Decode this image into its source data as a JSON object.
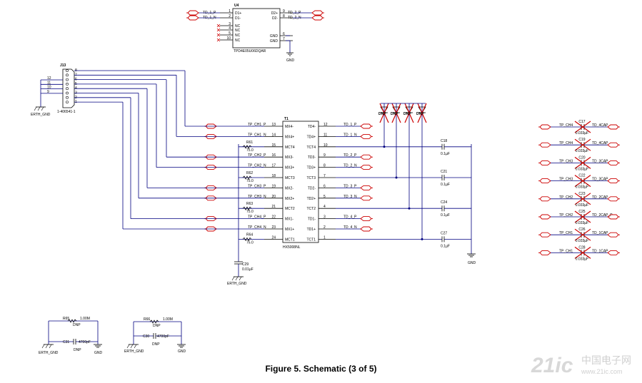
{
  "caption": "Figure 5. Schematic (3 of 5)",
  "colors": {
    "wire": "#000080",
    "part": "#000000",
    "flag": "#cc0000",
    "cap_text": "#999999"
  },
  "u4": {
    "ref": "U4",
    "part": "TPD4E05U06DQAR",
    "left_pins": [
      {
        "num": "1",
        "name": "D1+",
        "net": "TD_1_P"
      },
      {
        "num": "2",
        "name": "D1-",
        "net": "TD_1_N"
      },
      {
        "num": "3",
        "name": "NC"
      },
      {
        "num": "4",
        "name": "NC"
      },
      {
        "num": "5",
        "name": "NC"
      },
      {
        "num": "10",
        "name": "NC"
      }
    ],
    "right_pins": [
      {
        "num": "9",
        "name": "D2+",
        "net": "TD_2_P"
      },
      {
        "num": "8",
        "name": "D2-",
        "net": "TD_2_N"
      },
      {
        "num": "6",
        "name": "GND"
      },
      {
        "num": "7",
        "name": "GND"
      }
    ],
    "gnd": "GND"
  },
  "j13": {
    "ref": "J13",
    "part": "1-406541-1",
    "pins": [
      "8",
      "7",
      "6",
      "5",
      "4",
      "3",
      "2",
      "1"
    ],
    "shield_pins": [
      "12",
      "11",
      "10",
      "9"
    ],
    "gnd": "ERTH_GND"
  },
  "t1": {
    "ref": "T1",
    "part": "HX5008NL",
    "left": [
      {
        "net": "TP_CH1_P",
        "num": "13",
        "name": "MX4-"
      },
      {
        "net": "TP_CH1_N",
        "num": "14",
        "name": "MX4+"
      },
      {
        "net": "",
        "num": "15",
        "name": "MCT4"
      },
      {
        "net": "TP_CH2_P",
        "num": "16",
        "name": "MX3-"
      },
      {
        "net": "TP_CH2_N",
        "num": "17",
        "name": "MX3+"
      },
      {
        "net": "",
        "num": "18",
        "name": "MCT3"
      },
      {
        "net": "TP_CH3_P",
        "num": "19",
        "name": "MX2-"
      },
      {
        "net": "TP_CH3_N",
        "num": "20",
        "name": "MX2+"
      },
      {
        "net": "",
        "num": "21",
        "name": "MCT2"
      },
      {
        "net": "TP_CH4_P",
        "num": "22",
        "name": "MX1-"
      },
      {
        "net": "TP_CH4_N",
        "num": "23",
        "name": "MX1+"
      },
      {
        "net": "",
        "num": "24",
        "name": "MCT1"
      }
    ],
    "right": [
      {
        "name": "TD4-",
        "num": "12",
        "net": "TD_1_P"
      },
      {
        "name": "TD4+",
        "num": "11",
        "net": "TD_1_N"
      },
      {
        "name": "TCT4",
        "num": "10",
        "net": ""
      },
      {
        "name": "TD3-",
        "num": "9",
        "net": "TD_2_P"
      },
      {
        "name": "TD3+",
        "num": "8",
        "net": "TD_2_N"
      },
      {
        "name": "TCT3",
        "num": "7",
        "net": ""
      },
      {
        "name": "TD2-",
        "num": "6",
        "net": "TD_3_P"
      },
      {
        "name": "TD2+",
        "num": "5",
        "net": "TD_3_N"
      },
      {
        "name": "TCT2",
        "num": "4",
        "net": ""
      },
      {
        "name": "TD1-",
        "num": "3",
        "net": "TD_4_P"
      },
      {
        "name": "TD1+",
        "num": "2",
        "net": "TD_4_N"
      },
      {
        "name": "TCT1",
        "num": "1",
        "net": ""
      }
    ]
  },
  "resistors": [
    {
      "ref": "R61",
      "value": "75.0"
    },
    {
      "ref": "R62",
      "value": "75.0"
    },
    {
      "ref": "R63",
      "value": "75.0"
    },
    {
      "ref": "R64",
      "value": "75.0"
    }
  ],
  "caps_right": [
    {
      "ref": "C18",
      "value": "0.1µF"
    },
    {
      "ref": "C21",
      "value": "0.1µF"
    },
    {
      "ref": "C24",
      "value": "0.1µF"
    },
    {
      "ref": "C27",
      "value": "0.1µF"
    }
  ],
  "c29": {
    "ref": "C29",
    "value": "0.01µF",
    "gnd": "ERTH_GND"
  },
  "dnp_flags": [
    "DNP",
    "DNP",
    "DNP",
    "DNP"
  ],
  "gnd_label": "GND",
  "dnp_caps": [
    {
      "left": "TP_CH4",
      "right": "TD_4CAP",
      "value": "0.033µF"
    },
    {
      "left": "TP_CH4",
      "right": "TD_4CAP",
      "value": "0.033µF"
    },
    {
      "left": "TP_CH3",
      "right": "TD_3CAP",
      "value": "0.033µF"
    },
    {
      "left": "TP_CH3",
      "right": "TD_3CAP",
      "value": "0.033µF"
    },
    {
      "left": "TP_CH2",
      "right": "TD_2CAP",
      "value": "0.033µF"
    },
    {
      "left": "TP_CH2",
      "right": "TD_2CAP_P",
      "value": "0.033µF"
    },
    {
      "left": "TP_CH1",
      "right": "TD_1CAP",
      "value": "0.033µF"
    },
    {
      "left": "TP_CH1",
      "right": "TD_1CAP",
      "value": "0.033µF"
    }
  ],
  "dnp_cap_refs": [
    "C17",
    "C19",
    "C20",
    "C22",
    "C23",
    "C25",
    "C26",
    "C28"
  ],
  "bottom_left": {
    "r_ref": "R65",
    "r_value": "1.00M",
    "r_dnp": "DNP",
    "c_ref": "C31",
    "c_value": "4700pF",
    "c_dnp": "DNP",
    "gnd1": "ERTH_GND",
    "gnd2": "GND"
  },
  "bottom_mid": {
    "r_ref": "R66",
    "r_value": "1.00M",
    "r_dnp": "DNP",
    "c_ref": "C30",
    "c_value": "4700pF",
    "c_dnp": "DNP",
    "gnd1": "ERTH_GND",
    "gnd2": "GND"
  },
  "watermark": {
    "logo": "21ic",
    "cn": "中国电子网",
    "url": "www.21ic.com"
  }
}
